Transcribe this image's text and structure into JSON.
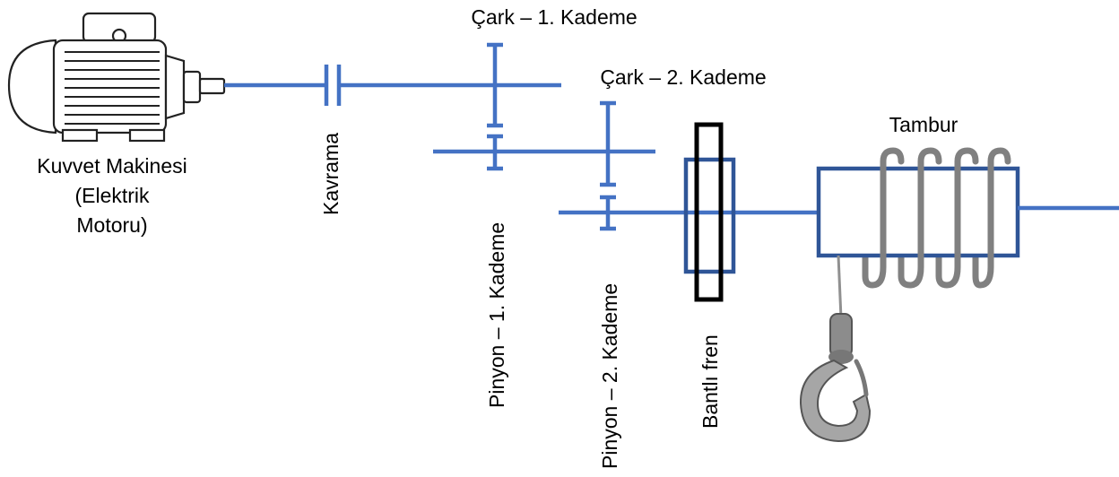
{
  "diagram": {
    "labels": {
      "motor": [
        "Kuvvet Makinesi",
        "(Elektrik",
        "Motoru)"
      ],
      "coupling": "Kavrama",
      "gear1": "Çark – 1. Kademe",
      "gear2": "Çark – 2. Kademe",
      "pinion1": "Pinyon – 1. Kademe",
      "pinion2": "Pinyon – 2. Kademe",
      "brake": "Bantlı fren",
      "drum": "Tambur"
    },
    "colors": {
      "shaft": "#4472c4",
      "frame": "#2f5597",
      "brake_band": "#000000",
      "rope": "#808080"
    },
    "icons": [
      "electric-motor-icon",
      "crane-hook-icon"
    ]
  }
}
